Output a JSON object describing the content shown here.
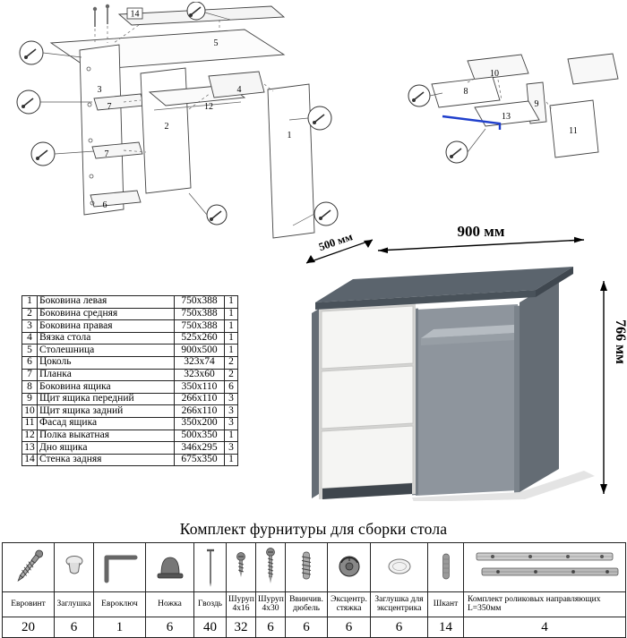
{
  "title": "Комплект фурнитуры для сборки стола",
  "desk": {
    "dim_width": "900 мм",
    "dim_depth": "500 мм",
    "dim_height": "766 мм"
  },
  "diagram_left": {
    "labels": [
      "14",
      "5",
      "3",
      "7",
      "7",
      "6",
      "2",
      "12",
      "4",
      "1"
    ]
  },
  "diagram_right": {
    "labels": [
      "10",
      "8",
      "9",
      "13",
      "11"
    ]
  },
  "parts": {
    "rows": [
      {
        "num": "1",
        "name": "Боковина левая",
        "size": "750x388",
        "qty": "1"
      },
      {
        "num": "2",
        "name": "Боковина средняя",
        "size": "750x388",
        "qty": "1"
      },
      {
        "num": "3",
        "name": "Боковина правая",
        "size": "750x388",
        "qty": "1"
      },
      {
        "num": "4",
        "name": "Вязка стола",
        "size": "525x260",
        "qty": "1"
      },
      {
        "num": "5",
        "name": "Столешница",
        "size": "900x500",
        "qty": "1"
      },
      {
        "num": "6",
        "name": "Цоколь",
        "size": "323x74",
        "qty": "2"
      },
      {
        "num": "7",
        "name": "Планка",
        "size": "323x60",
        "qty": "2"
      },
      {
        "num": "8",
        "name": "Боковина ящика",
        "size": "350x110",
        "qty": "6"
      },
      {
        "num": "9",
        "name": "Щит ящика передний",
        "size": "266x110",
        "qty": "3"
      },
      {
        "num": "10",
        "name": "Щит ящика задний",
        "size": "266x110",
        "qty": "3"
      },
      {
        "num": "11",
        "name": "Фасад ящика",
        "size": "350x200",
        "qty": "3"
      },
      {
        "num": "12",
        "name": "Полка выкатная",
        "size": "500x350",
        "qty": "1"
      },
      {
        "num": "13",
        "name": "Дно ящика",
        "size": "346x295",
        "qty": "3"
      },
      {
        "num": "14",
        "name": "Стенка задняя",
        "size": "675x350",
        "qty": "1"
      }
    ]
  },
  "hardware": {
    "items": [
      {
        "name": "Евровинт",
        "qty": "20",
        "icon": "euro-screw"
      },
      {
        "name": "Заглушка",
        "qty": "6",
        "icon": "cap"
      },
      {
        "name": "Евроключ",
        "qty": "1",
        "icon": "hex-key"
      },
      {
        "name": "Ножка",
        "qty": "6",
        "icon": "foot"
      },
      {
        "name": "Гвоздь",
        "qty": "40",
        "icon": "nail"
      },
      {
        "name": "Шуруп 4x16",
        "qty": "32",
        "icon": "screw-short"
      },
      {
        "name": "Шуруп 4x30",
        "qty": "6",
        "icon": "screw-long"
      },
      {
        "name": "Ввинчив. дюбель",
        "qty": "6",
        "icon": "dowel-screw"
      },
      {
        "name": "Эксцентр. стяжка",
        "qty": "6",
        "icon": "cam-lock"
      },
      {
        "name": "Заглушка для эксцентрика",
        "qty": "6",
        "icon": "cam-cover"
      },
      {
        "name": "Шкант",
        "qty": "14",
        "icon": "wood-dowel"
      },
      {
        "name": "Комплект роликовых направляющих L=350мм",
        "qty": "4",
        "icon": "drawer-slides"
      }
    ]
  },
  "colors": {
    "desk_top": "#5b646d",
    "desk_side": "#6d757d",
    "drawer_front": "#f5f5f3",
    "slide_highlight": "#1f3fcc"
  }
}
